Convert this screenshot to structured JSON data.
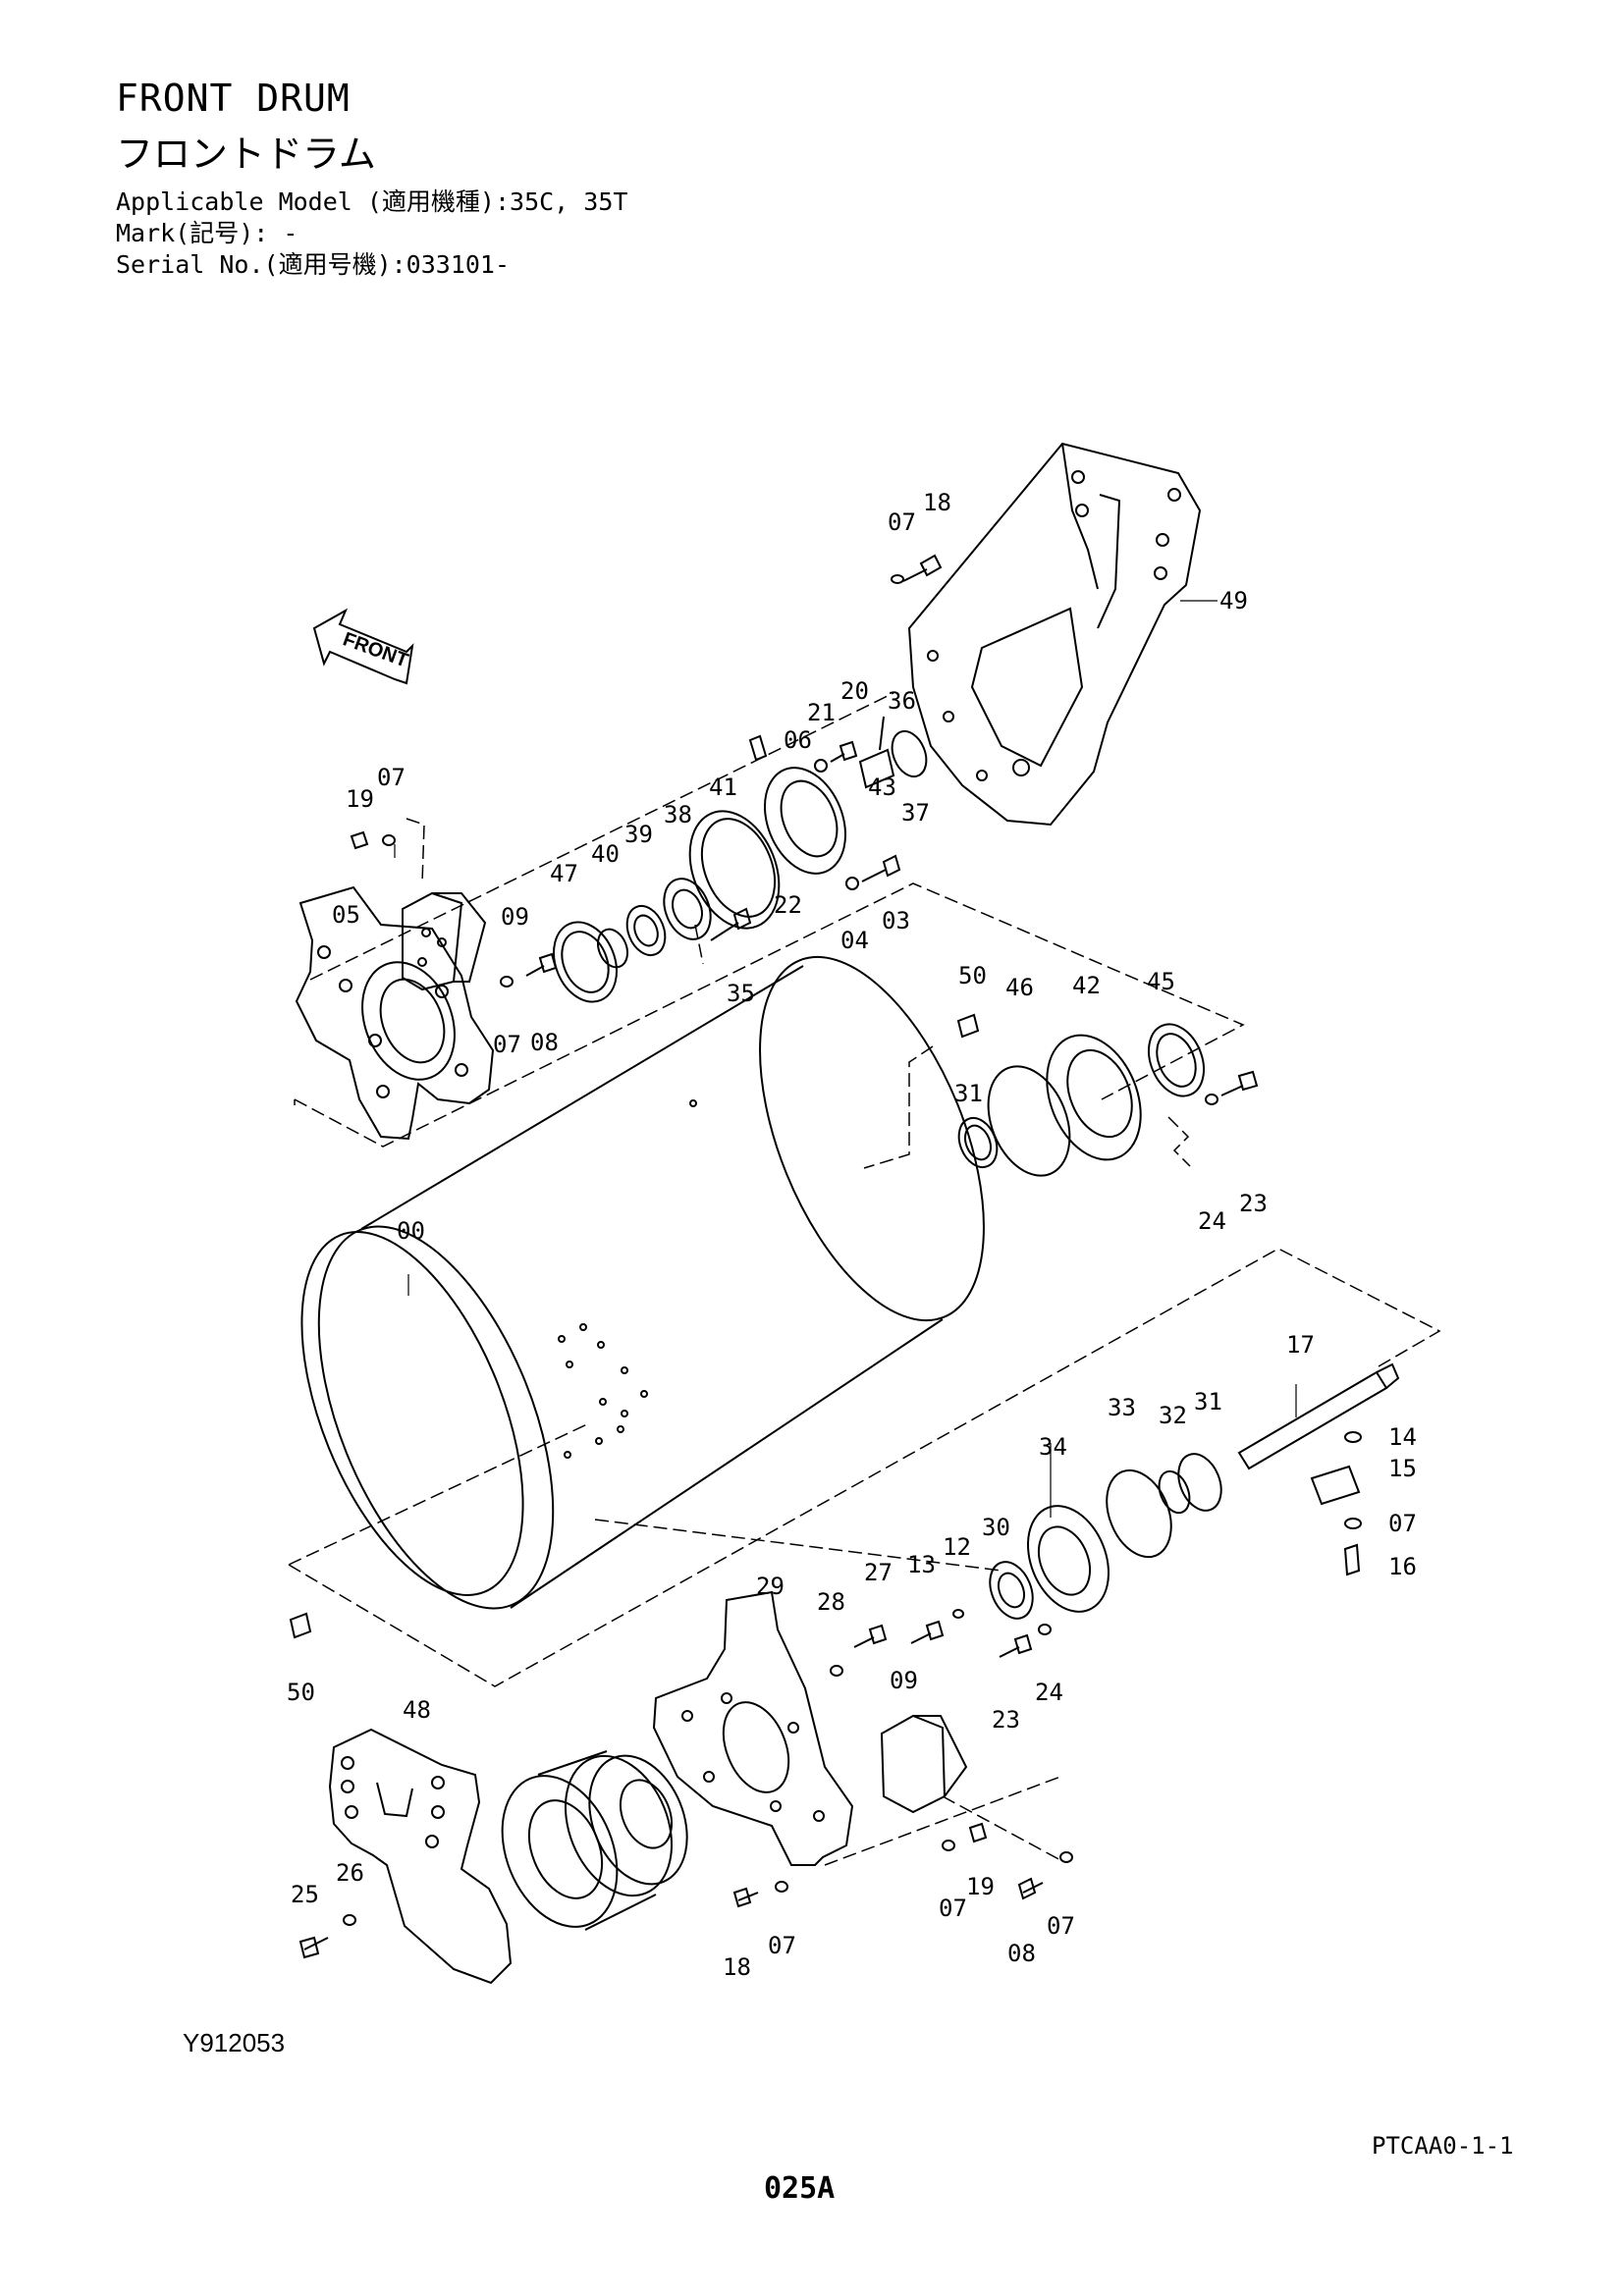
{
  "header": {
    "title_en": "FRONT DRUM",
    "title_jp": "フロントドラム",
    "applicable_model": "Applicable Model (適用機種):35C, 35T",
    "mark": "Mark(記号): -",
    "serial_no": "Serial No.(適用号機):033101-"
  },
  "diagram": {
    "front_arrow_label": "FRONT",
    "callouts": [
      {
        "id": "c01",
        "text": "07"
      },
      {
        "id": "c02",
        "text": "18"
      },
      {
        "id": "c03",
        "text": "49"
      },
      {
        "id": "c04",
        "text": "06"
      },
      {
        "id": "c05",
        "text": "21"
      },
      {
        "id": "c06",
        "text": "20"
      },
      {
        "id": "c07",
        "text": "36"
      },
      {
        "id": "c08",
        "text": "43"
      },
      {
        "id": "c09",
        "text": "37"
      },
      {
        "id": "c10",
        "text": "41"
      },
      {
        "id": "c11",
        "text": "22"
      },
      {
        "id": "c12",
        "text": "04"
      },
      {
        "id": "c13",
        "text": "03"
      },
      {
        "id": "c14",
        "text": "38"
      },
      {
        "id": "c15",
        "text": "39"
      },
      {
        "id": "c16",
        "text": "40"
      },
      {
        "id": "c17",
        "text": "47"
      },
      {
        "id": "c18",
        "text": "35"
      },
      {
        "id": "c19",
        "text": "19"
      },
      {
        "id": "c20",
        "text": "07"
      },
      {
        "id": "c21",
        "text": "09"
      },
      {
        "id": "c22",
        "text": "05"
      },
      {
        "id": "c23",
        "text": "07"
      },
      {
        "id": "c24",
        "text": "08"
      },
      {
        "id": "c25",
        "text": "50"
      },
      {
        "id": "c26",
        "text": "46"
      },
      {
        "id": "c27",
        "text": "42"
      },
      {
        "id": "c28",
        "text": "45"
      },
      {
        "id": "c29",
        "text": "31"
      },
      {
        "id": "c30",
        "text": "24"
      },
      {
        "id": "c31",
        "text": "23"
      },
      {
        "id": "c32",
        "text": "00"
      },
      {
        "id": "c33",
        "text": "17"
      },
      {
        "id": "c34",
        "text": "33"
      },
      {
        "id": "c35",
        "text": "32"
      },
      {
        "id": "c36",
        "text": "31"
      },
      {
        "id": "c37",
        "text": "34"
      },
      {
        "id": "c38",
        "text": "14"
      },
      {
        "id": "c39",
        "text": "15"
      },
      {
        "id": "c40",
        "text": "07"
      },
      {
        "id": "c41",
        "text": "16"
      },
      {
        "id": "c42",
        "text": "30"
      },
      {
        "id": "c43",
        "text": "12"
      },
      {
        "id": "c44",
        "text": "13"
      },
      {
        "id": "c45",
        "text": "27"
      },
      {
        "id": "c46",
        "text": "28"
      },
      {
        "id": "c47",
        "text": "29"
      },
      {
        "id": "c48",
        "text": "23"
      },
      {
        "id": "c49",
        "text": "24"
      },
      {
        "id": "c50",
        "text": "50"
      },
      {
        "id": "c51",
        "text": "48"
      },
      {
        "id": "c52",
        "text": "09"
      },
      {
        "id": "c53",
        "text": "07"
      },
      {
        "id": "c54",
        "text": "19"
      },
      {
        "id": "c55",
        "text": "26"
      },
      {
        "id": "c56",
        "text": "25"
      },
      {
        "id": "c57",
        "text": "18"
      },
      {
        "id": "c58",
        "text": "07"
      },
      {
        "id": "c59",
        "text": "08"
      },
      {
        "id": "c60",
        "text": "07"
      }
    ]
  },
  "footer": {
    "drawing_id": "Y912053",
    "catalog_id": "PTCAA0-1-1",
    "page_number": "025A"
  }
}
